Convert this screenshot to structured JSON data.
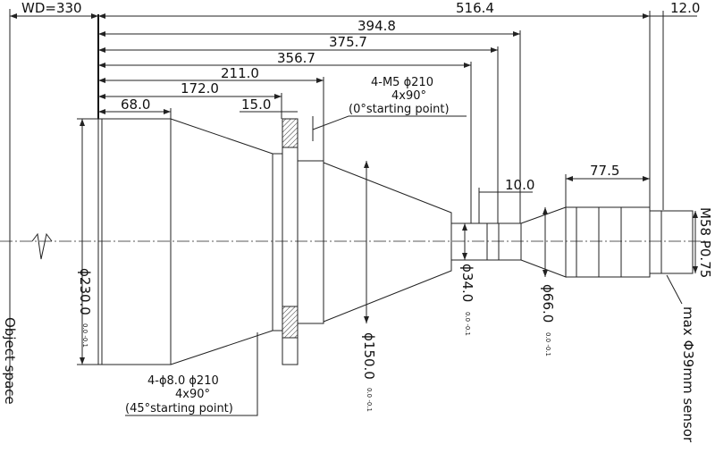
{
  "drawing": {
    "working_distance": "WD=330",
    "object_space": "Object space",
    "lengths": {
      "total": "516.4",
      "to_mount": "394.8",
      "to_body": "375.7",
      "to_narrow": "356.7",
      "to_flange_front": "211.0",
      "to_flange": "172.0",
      "front_barrel": "68.0",
      "flange_width": "15.0",
      "ring_width": "10.0",
      "rear_body": "77.5",
      "flange_back": "12.0"
    },
    "diameters": {
      "front": "ϕ230.0",
      "front_tol": "0.0 -0.1",
      "mid": "ϕ150.0",
      "mid_tol": "0.0 -0.1",
      "neck": "ϕ34.0",
      "neck_tol": "0.0 -0.1",
      "rear": "ϕ66.0",
      "rear_tol": "0.0 -0.1"
    },
    "mount": "M58 P0.75",
    "sensor": "max Φ39mm sensor",
    "holes_top": {
      "line1": "4-M5 ϕ210",
      "line2": "4x90°",
      "line3": "(0°starting point)"
    },
    "holes_bottom": {
      "line1": "4-ϕ8.0  ϕ210",
      "line2": "4x90°",
      "line3": "(45°starting point)"
    }
  }
}
